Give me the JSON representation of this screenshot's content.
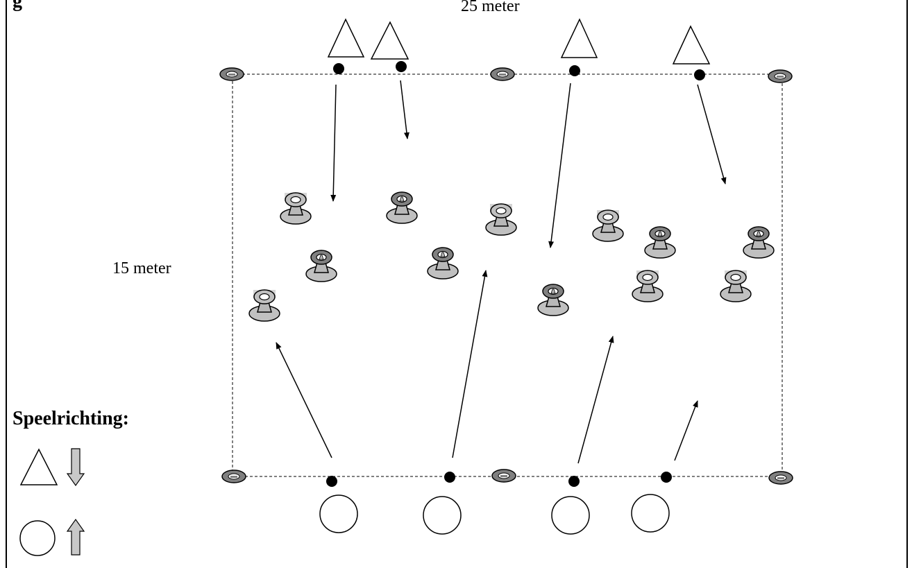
{
  "heading_fragment": "g",
  "width_label": "25 meter",
  "length_label": "15 meter",
  "legend": {
    "title": "Speelrichting:",
    "items": [
      {
        "symbol": "triangle",
        "direction": "down",
        "arrow_color": "#c8c8c8"
      },
      {
        "symbol": "circle",
        "direction": "up",
        "arrow_color": "#c8c8c8"
      }
    ]
  },
  "colors": {
    "field_border": "#000000",
    "cone_light": "#c0c0c0",
    "cone_dark": "#808080",
    "corner_marker": "#808080",
    "ball": "#000000"
  },
  "players": {
    "top_team_symbol": "triangle",
    "top_team_count": 4,
    "bottom_team_symbol": "circle",
    "bottom_team_count": 4
  }
}
